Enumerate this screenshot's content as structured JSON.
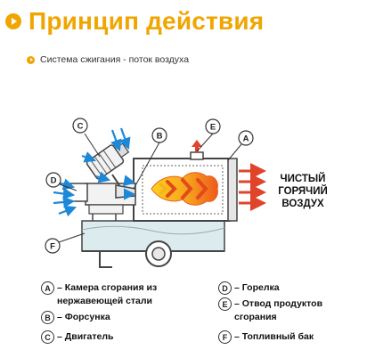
{
  "header": {
    "title": "Принцип действия",
    "subtitle": "Система сжигания - поток воздуха"
  },
  "diagram": {
    "labels": {
      "A": "A",
      "B": "B",
      "C": "C",
      "D": "D",
      "E": "E",
      "F": "F"
    },
    "output_label": [
      "ЧИСТЫЙ",
      "ГОРЯЧИЙ",
      "ВОЗДУХ"
    ]
  },
  "legend": [
    {
      "letter": "A",
      "text": "– Камера сгорания из\nнержавеющей стали"
    },
    {
      "letter": "B",
      "text": "– Форсунка"
    },
    {
      "letter": "C",
      "text": "– Двигатель"
    },
    {
      "letter": "D",
      "text": "– Горелка"
    },
    {
      "letter": "E",
      "text": "– Отвод продуктов\nсгорания"
    },
    {
      "letter": "F",
      "text": "– Топливный бак"
    }
  ],
  "colors": {
    "accent": "#f0a500",
    "air_blue": "#1e88d8",
    "hot_air_red": "#e0442a",
    "flame_orange": "#f58a1f",
    "flame_yellow": "#ffd21e",
    "tank_fill": "#dcecee"
  }
}
